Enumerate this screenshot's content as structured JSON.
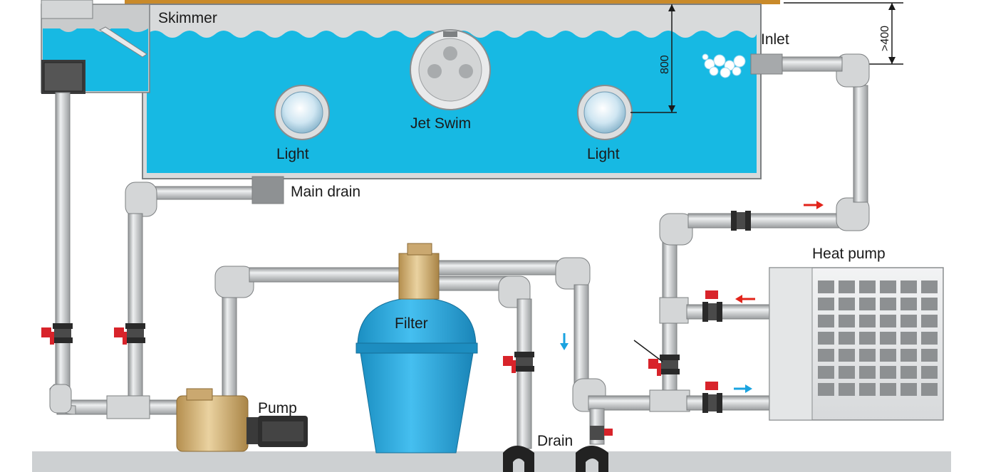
{
  "labels": {
    "skimmer": "Skimmer",
    "inlet": "Inlet",
    "jet_swim": "Jet Swim",
    "light_left": "Light",
    "light_right": "Light",
    "main_drain": "Main drain",
    "heat_pump": "Heat pump",
    "filter": "Filter",
    "pump": "Pump",
    "drain": "Drain"
  },
  "dimensions": {
    "depth_light": "800",
    "inlet_depth": ">400"
  },
  "colors": {
    "water": "#17b9e3",
    "pipe": "#c9cbcc",
    "pipe_edge": "#8a8d8f",
    "valve": "#d8232a",
    "arrow_red": "#e2231a",
    "arrow_blue": "#1aa3e0",
    "deck": "#c98a2a",
    "ground": "#cdd0d2",
    "filter": "#29a9dc",
    "brass": "#caa870"
  },
  "icons": [
    "skimmer-basket-icon",
    "light-fixture-icon",
    "jet-swim-icon",
    "valve-icon",
    "flow-arrow-icon",
    "heat-pump-icon",
    "filter-tank-icon",
    "pump-motor-icon",
    "drain-outlet-icon"
  ]
}
